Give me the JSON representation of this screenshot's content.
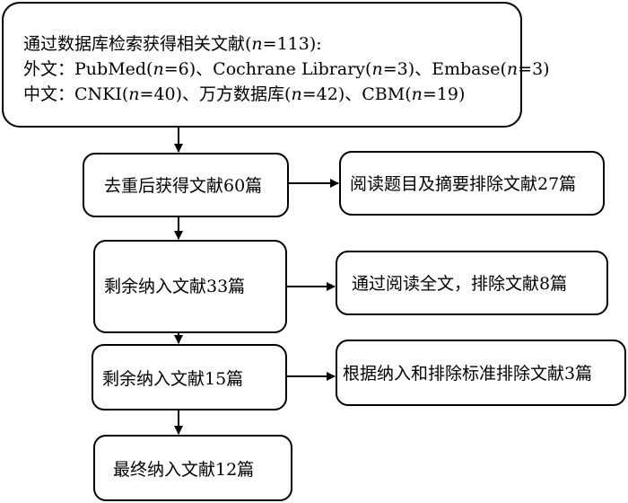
{
  "search": {
    "line1_text": "通过数据库检索获得相关文献(",
    "line1_n": "n",
    "line1_rest": "=113):",
    "line2_prefix": "外文：",
    "line2_a": "PubMed(",
    "line2_a_n": "n",
    "line2_a_rest": "=6)、Cochrane Library(",
    "line2_b_n": "n",
    "line2_b_rest": "=3)、Embase(",
    "line2_c_n": "n",
    "line2_c_rest": "=3)",
    "line3_prefix": "中文：",
    "line3_a": "CNKI(",
    "line3_a_n": "n",
    "line3_a_rest": "=40)、万方数据库(",
    "line3_b_n": "n",
    "line3_b_rest": "=42)、CBM(",
    "line3_c_n": "n",
    "line3_c_rest": "=19)"
  },
  "steps": {
    "dedup": "去重后获得文献60篇",
    "remain1": "剩余纳入文献33篇",
    "remain2": "剩余纳入文献15篇",
    "final": "最终纳入文献12篇"
  },
  "exclusions": {
    "excl1": "阅读题目及摘要排除文献27篇",
    "excl2": "通过阅读全文，排除文献8篇",
    "excl3": "根据纳入和排除标准排除文献3篇"
  }
}
